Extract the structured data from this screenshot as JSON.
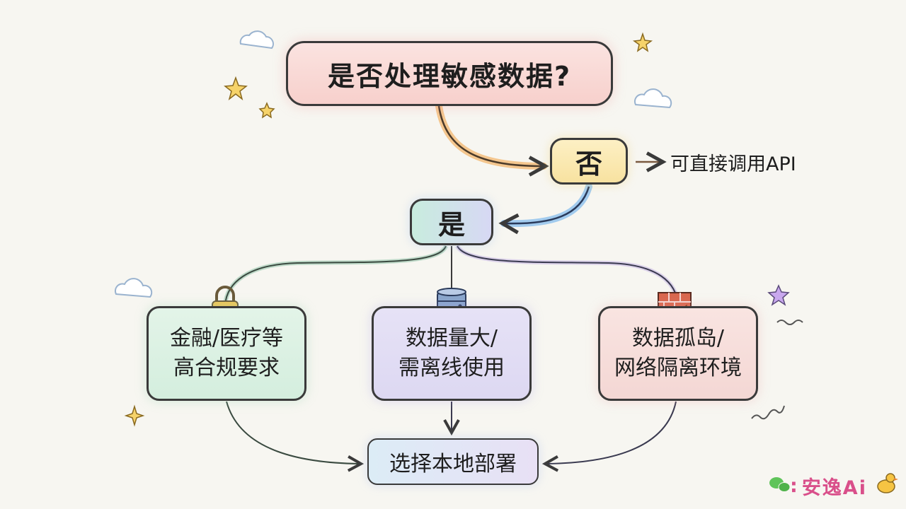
{
  "question": "是否处理敏感数据?",
  "no_label": "否",
  "no_result": "可直接调用API",
  "yes_label": "是",
  "scenarios": [
    {
      "line1": "金融/医疗等",
      "line2": "高合规要求",
      "icon": "lock-icon"
    },
    {
      "line1": "数据量大/",
      "line2": "需离线使用",
      "icon": "database-icon"
    },
    {
      "line1": "数据孤岛/",
      "line2": "网络隔离环境",
      "icon": "firewall-icon"
    }
  ],
  "conclusion": "选择本地部署",
  "watermark": {
    "text": "安逸Ai",
    "colon": ":"
  },
  "colors": {
    "title_fill": "#f7d0cc",
    "no_fill": "#f8e2a0",
    "yes_fill": "#d7d8f4",
    "left_card": "#d4eede",
    "mid_card": "#ddd8f2",
    "right_card": "#f4d7d4",
    "orange_arrow": "#f0a85a",
    "blue_arrow": "#7fb6ea",
    "watermark": "#d94f8a"
  }
}
